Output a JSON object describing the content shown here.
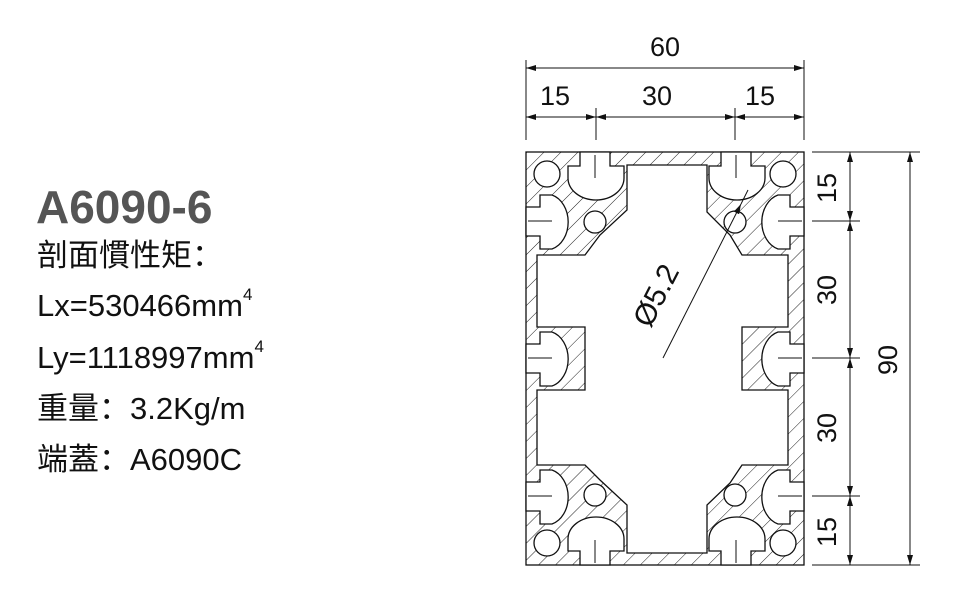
{
  "specs": {
    "model": "A6090-6",
    "inertia_label": "剖面慣性矩：",
    "lx_prefix": "Lx=530466mm",
    "lx_exp": "4",
    "ly_prefix": "Ly=1118997mm",
    "ly_exp": "4",
    "weight": "重量：3.2Kg/m",
    "end_cap": "端蓋：A6090C"
  },
  "dimensions": {
    "overall_width": "60",
    "width_left": "15",
    "width_middle": "30",
    "width_right": "15",
    "overall_height": "90",
    "height_top": "15",
    "height_upper_middle": "30",
    "height_lower_middle": "30",
    "height_bottom": "15",
    "hole_diameter": "Ø5.2"
  }
}
